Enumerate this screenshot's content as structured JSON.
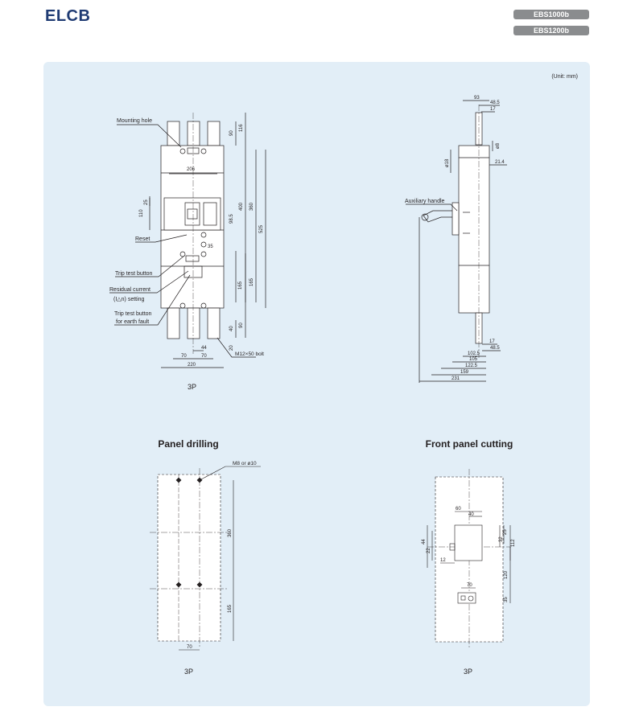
{
  "header": {
    "title": "ELCB",
    "models": [
      "EBS1000b",
      "EBS1200b"
    ]
  },
  "unit_note": "(Unit: mm)",
  "front_view": {
    "callouts": {
      "mounting_hole": "Mounting hole",
      "reset": "Reset",
      "trip_test": "Trip test button",
      "residual_1": "Residual current",
      "residual_2": "(I△n) setting",
      "earth_1": "Trip test button",
      "earth_2": "for earth fault",
      "bolt": "M12×50 bolt"
    },
    "dims": [
      "116",
      "90",
      "206",
      "25",
      "110",
      "400",
      "360",
      "525",
      "98.5",
      "35",
      "165",
      "165",
      "40",
      "90",
      "44",
      "70",
      "70",
      "220",
      "20"
    ],
    "caption": "3P"
  },
  "side_view": {
    "callouts": {
      "aux_handle": "Auxiliary handle"
    },
    "dims": [
      "93",
      "48.5",
      "17",
      "ø8",
      "ø18",
      "21.4",
      "17",
      "48.5",
      "102.5",
      "105",
      "122.5",
      "159",
      "231"
    ]
  },
  "panel_drilling": {
    "title": "Panel drilling",
    "hole_note": "M8 or ø10",
    "dims": [
      "360",
      "165",
      "70"
    ],
    "caption": "3P"
  },
  "front_panel_cutting": {
    "title": "Front panel cutting",
    "dims": [
      "60",
      "40",
      "22",
      "44",
      "25",
      "32",
      "112",
      "12",
      "70",
      "120",
      "35"
    ],
    "caption": "3P"
  }
}
